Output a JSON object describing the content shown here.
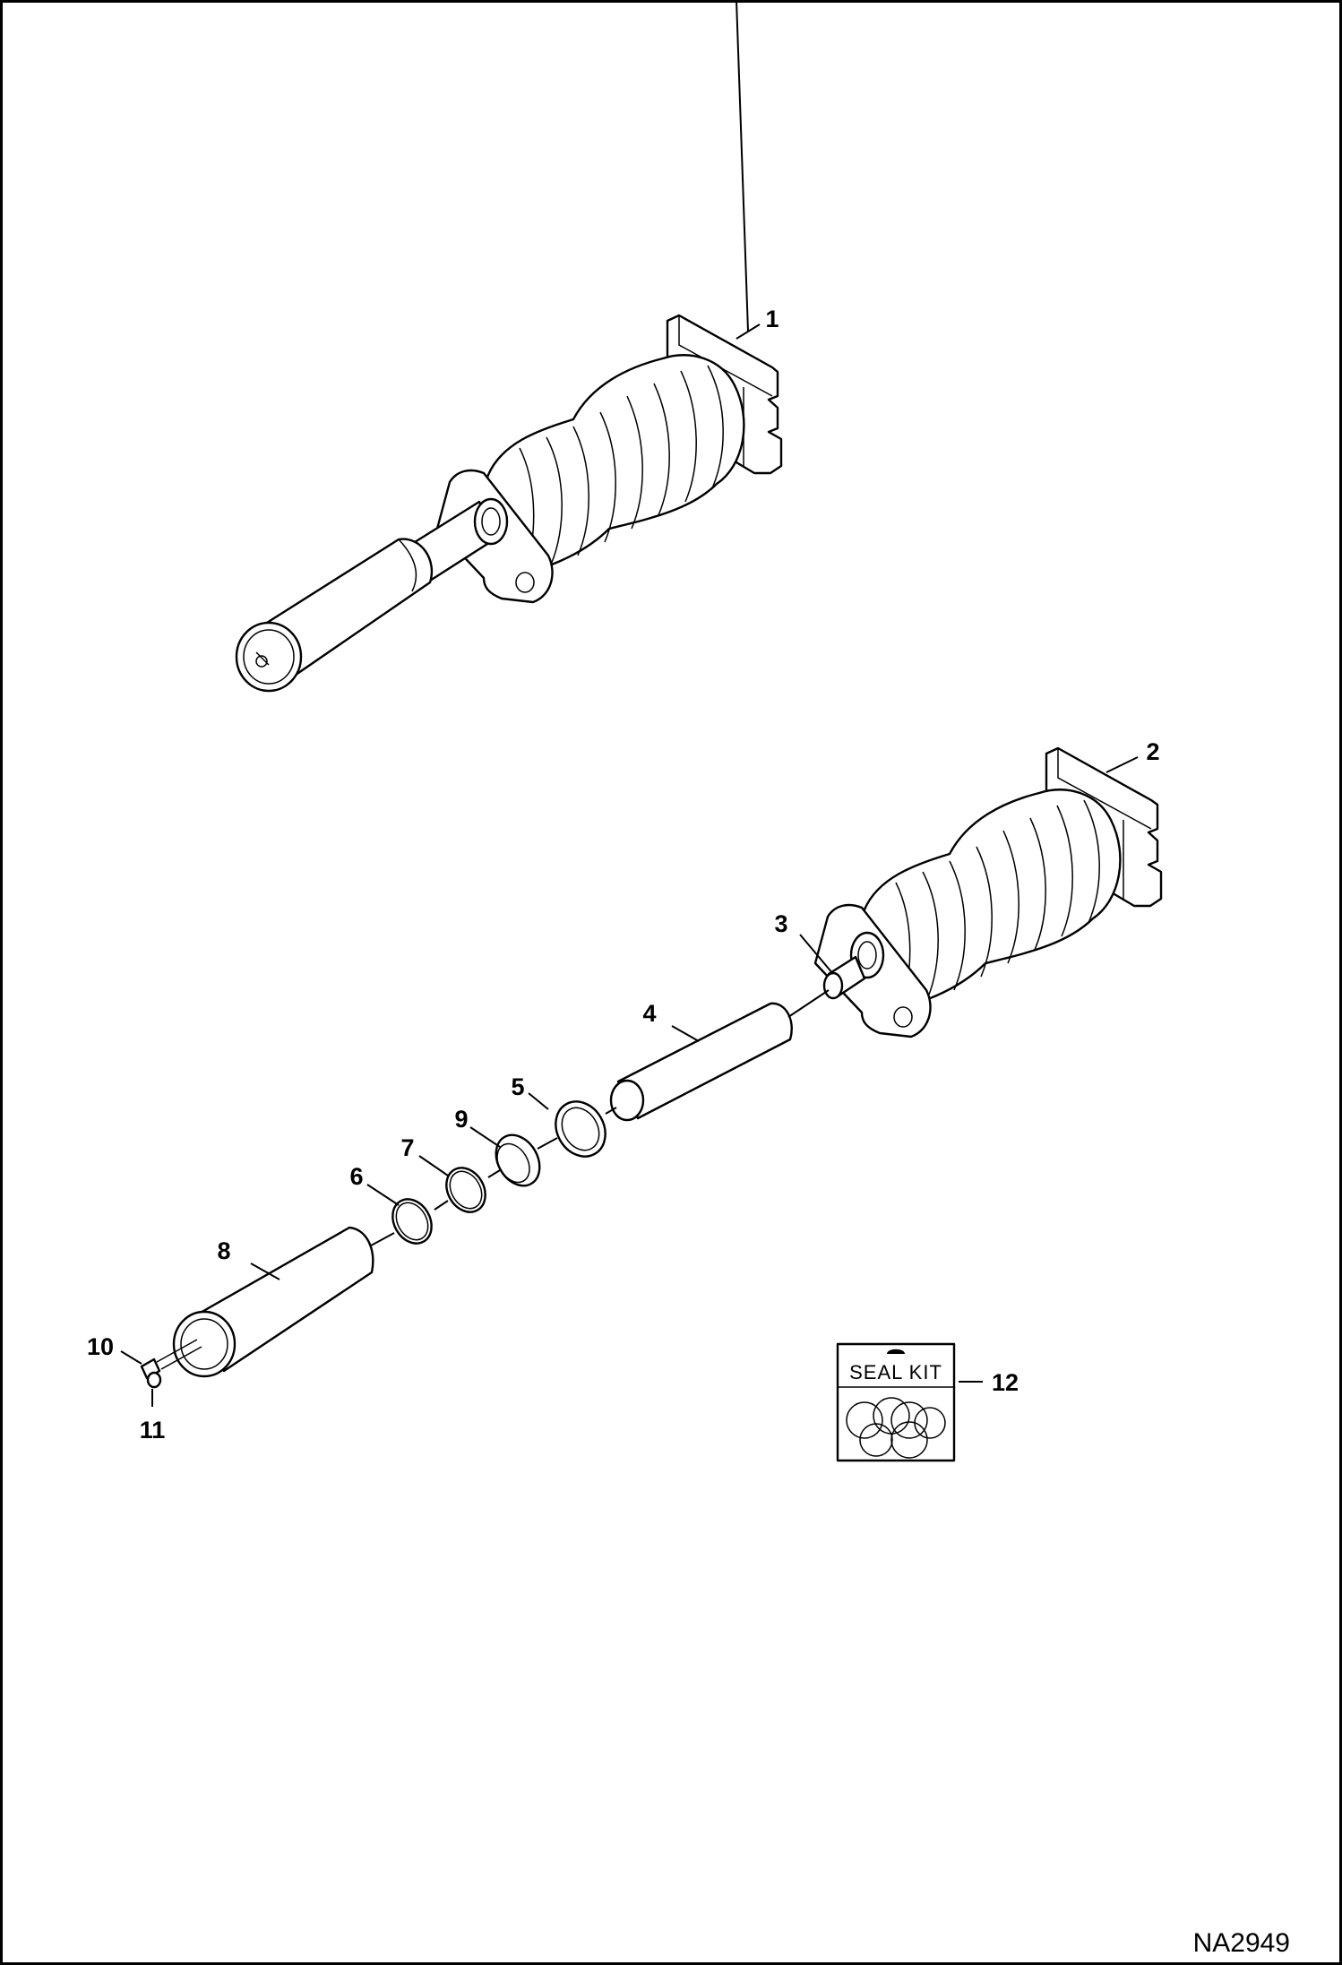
{
  "figure_id": "NA2949",
  "callouts": [
    "1",
    "2",
    "3",
    "4",
    "5",
    "6",
    "7",
    "8",
    "9",
    "10",
    "11",
    "12"
  ],
  "seal_kit": {
    "title": "SEAL KIT"
  },
  "colors": {
    "ink": "#000000",
    "paper": "#ffffff"
  }
}
